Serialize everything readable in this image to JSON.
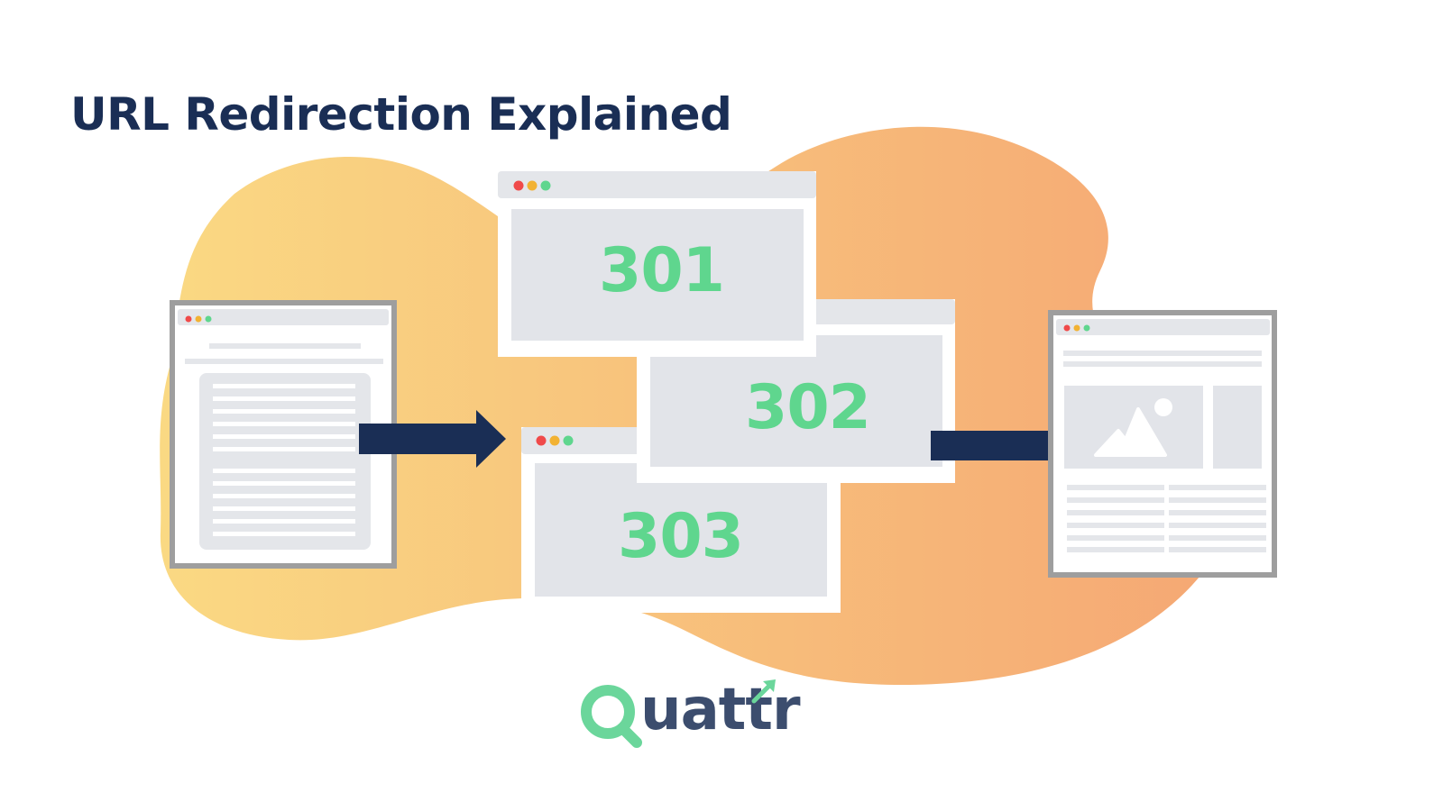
{
  "title": "URL Redirection Explained",
  "redirects": [
    {
      "code": "301"
    },
    {
      "code": "302"
    },
    {
      "code": "303"
    }
  ],
  "logo": {
    "text": "uattr",
    "full_name": "Quattr"
  },
  "colors": {
    "title": "#1a2e55",
    "arrow": "#1a2e55",
    "code": "#5fd68e",
    "blob_start": "#fad983",
    "blob_end": "#f5a874",
    "window_frame": "#9e9e9e",
    "window_body": "#e2e4e9",
    "dot_red": "#f04a4a",
    "dot_yellow": "#f2b233",
    "dot_green": "#5fd68e",
    "logo_q": "#6bd69b",
    "logo_text": "#3c4d6e"
  },
  "icons": [
    "source-page-icon",
    "arrow-right-icon",
    "destination-page-icon",
    "image-placeholder-icon",
    "magnifier-icon"
  ]
}
